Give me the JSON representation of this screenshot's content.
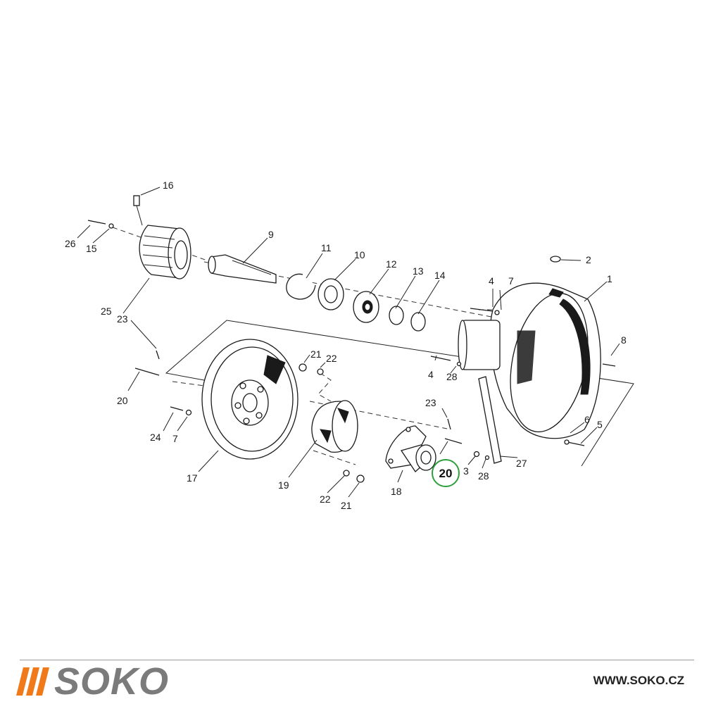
{
  "diagram": {
    "labels": [
      "1",
      "2",
      "3",
      "4",
      "4",
      "5",
      "6",
      "7",
      "7",
      "8",
      "9",
      "10",
      "11",
      "12",
      "13",
      "14",
      "15",
      "16",
      "17",
      "18",
      "19",
      "20",
      "21",
      "21",
      "22",
      "22",
      "23",
      "23",
      "24",
      "25",
      "26",
      "27",
      "28",
      "28"
    ],
    "highlighted": "20",
    "highlight_color": "#2e9e3e"
  },
  "footer": {
    "brand": "SOKO",
    "brand_color": "#7b7b7b",
    "accent_color": "#f07a1a",
    "website": "WWW.SOKO.CZ"
  }
}
